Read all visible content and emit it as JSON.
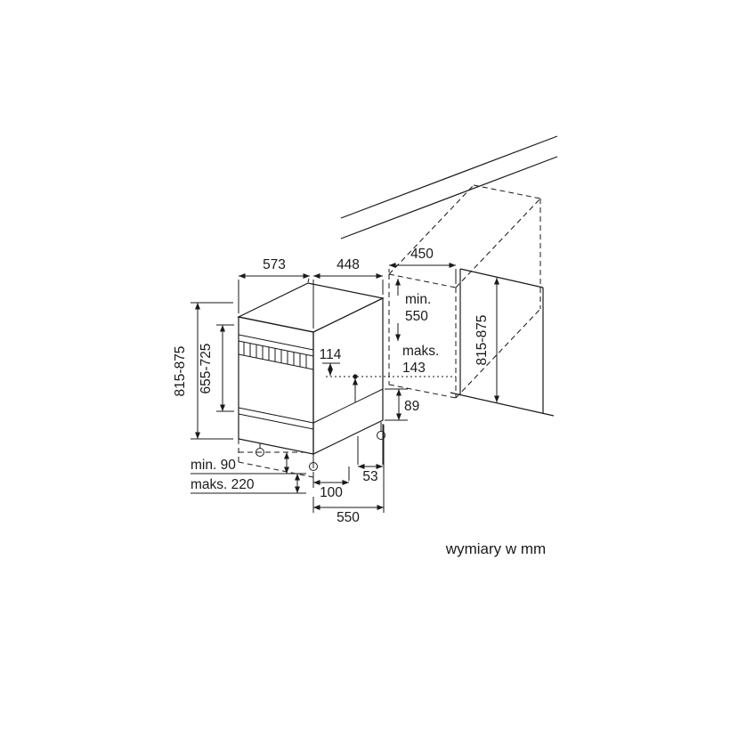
{
  "caption": "wymiary w mm",
  "dims": {
    "depth_top": "573",
    "width_top": "448",
    "niche_width": "450",
    "niche_depth_l1": "min.",
    "niche_depth_l2": "550",
    "conn_max_l1": "maks.",
    "conn_max_l2": "143",
    "appliance_height": "815-875",
    "panel_height": "655-725",
    "niche_height": "815-875",
    "conn_offset": "114",
    "base_height": "89",
    "plinth_min": "min. 90",
    "plinth_max": "maks. 220",
    "plinth_recess": "100",
    "door_clearance": "53",
    "floor_depth": "550"
  },
  "colors": {
    "line": "#1a1a1a",
    "background": "#ffffff"
  }
}
